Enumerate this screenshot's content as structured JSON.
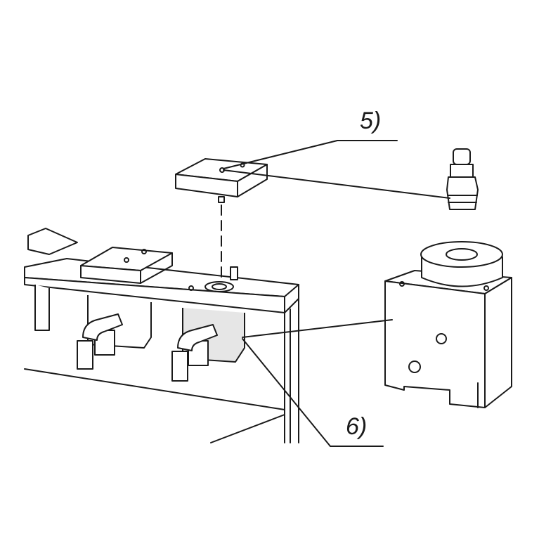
{
  "callouts": [
    {
      "id": "5",
      "label": "5)"
    },
    {
      "id": "6",
      "label": "6)"
    }
  ],
  "colors": {
    "line": "#1a1a1a",
    "background": "#ffffff",
    "shade": "#e6e6e6"
  }
}
